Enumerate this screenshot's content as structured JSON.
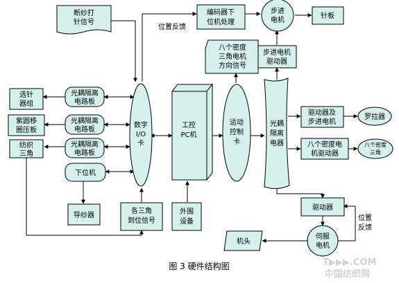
{
  "nodes": {
    "duansha": [
      "断纱打",
      "针信号"
    ],
    "encoder": [
      "编码器下",
      "位机处理"
    ],
    "stepper_motor": [
      "步进",
      "电机"
    ],
    "needle_board": [
      "针板"
    ],
    "position_feedback_top": [
      "位置反馈"
    ],
    "eight_density_signal": [
      "八个密度",
      "三角电机",
      "方向信号"
    ],
    "stepper_driver": [
      "步进电机",
      "驱动器"
    ],
    "selector": [
      "选针",
      "器组"
    ],
    "purple_ring": [
      "紫圆移",
      "圈压板"
    ],
    "knit_cam": [
      "纺织",
      "三角"
    ],
    "opto1": [
      "光耦隔离",
      "电路板"
    ],
    "opto2": [
      "光耦隔离",
      "电路板"
    ],
    "opto3": [
      "光耦隔离",
      "电路板"
    ],
    "lower_machine": [
      "下位机"
    ],
    "digital_io": [
      "数字",
      "I/O",
      "卡"
    ],
    "ipc": [
      "工控",
      "PC机"
    ],
    "motion_card": [
      "运动",
      "控制",
      "卡"
    ],
    "opto_isolator": [
      "光耦",
      "隔离",
      "电器"
    ],
    "driver_stepper": [
      "驱动器及",
      "步进电机"
    ],
    "roller": [
      "罗拉器"
    ],
    "eight_density_driver": [
      "八个密度电",
      "机驱动器"
    ],
    "eight_density_cam": [
      "八个密度",
      "三角"
    ],
    "yarn_guide": [
      "导纱器"
    ],
    "cam_reset": [
      "各三角",
      "到位信号"
    ],
    "peripheral": [
      "外围",
      "设备"
    ],
    "driver": [
      "驱动器"
    ],
    "servo_motor": [
      "伺服",
      "电机"
    ],
    "machine_head": [
      "机头"
    ],
    "position_feedback_bottom": [
      "位置",
      "反馈"
    ]
  },
  "caption": "图 3 硬件结构图",
  "watermark": [
    "T▶▶▶.COM",
    "中国纺织网"
  ],
  "colors": {
    "fill": "#d6efef",
    "stroke": "#000000"
  }
}
